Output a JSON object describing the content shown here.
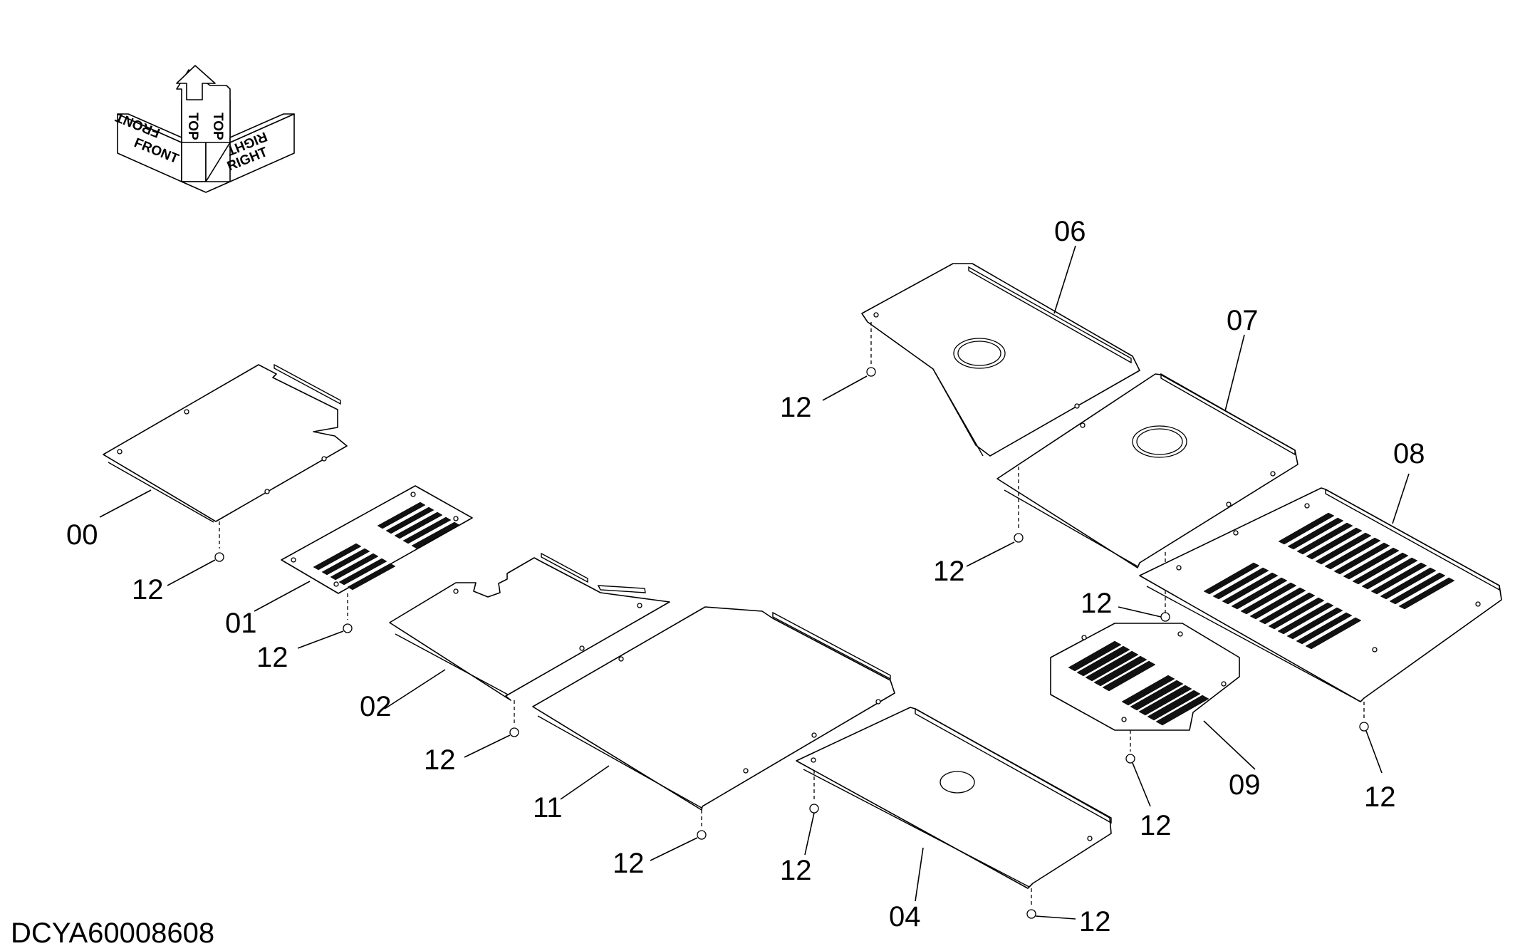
{
  "orientation": {
    "front": "FRONT",
    "top": "TOP",
    "right": "RIGHT"
  },
  "callouts": {
    "p00": "00",
    "p01": "01",
    "p02": "02",
    "p11": "11",
    "p04": "04",
    "p06": "06",
    "p07": "07",
    "p08": "08",
    "p09": "09"
  },
  "bolt_label": "12",
  "drawing_id": "DCYA60008608"
}
